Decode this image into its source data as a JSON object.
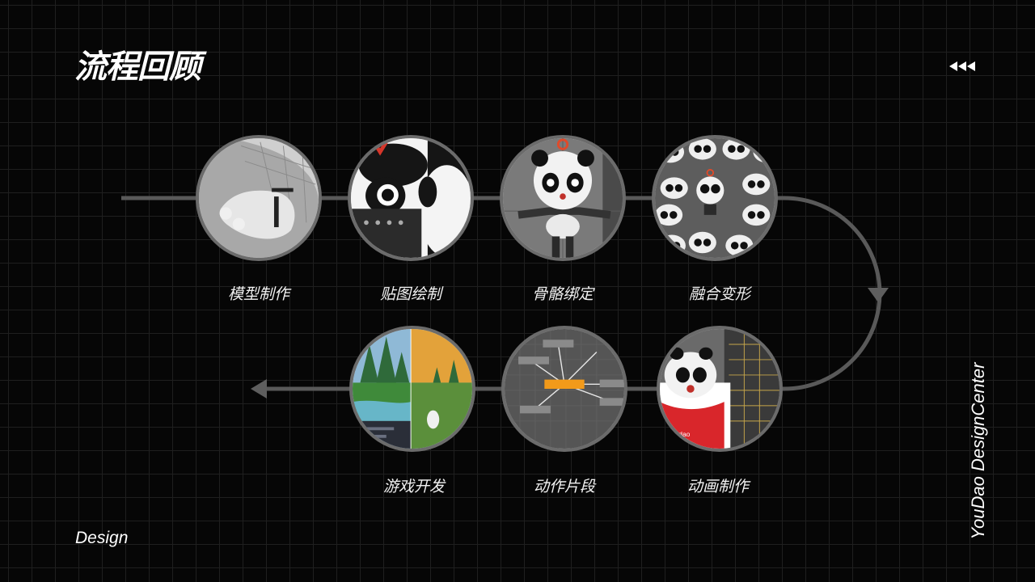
{
  "header": {
    "title": "流程回顾",
    "back_icon": "triple-left-arrow-icon"
  },
  "steps_top": [
    {
      "label": "模型制作",
      "thumbnail": "hand-wireframe-model"
    },
    {
      "label": "贴图绘制",
      "thumbnail": "panda-texture-painting"
    },
    {
      "label": "骨骼绑定",
      "thumbnail": "panda-skeleton-rig"
    },
    {
      "label": "融合变形",
      "thumbnail": "panda-blendshape-grid"
    }
  ],
  "steps_bottom": [
    {
      "label": "动画制作",
      "thumbnail": "panda-animation-timeline"
    },
    {
      "label": "动作片段",
      "thumbnail": "animation-state-graph"
    },
    {
      "label": "游戏开发",
      "thumbnail": "game-scene-forest"
    }
  ],
  "footer": {
    "left_text": "Design",
    "vertical_text": "YouDao DesignCenter"
  },
  "colors": {
    "background": "#060606",
    "grid": "#1f1f1f",
    "line": "#595959",
    "circle_border": "#6b6b6b",
    "node_orange": "#f29a1a"
  }
}
